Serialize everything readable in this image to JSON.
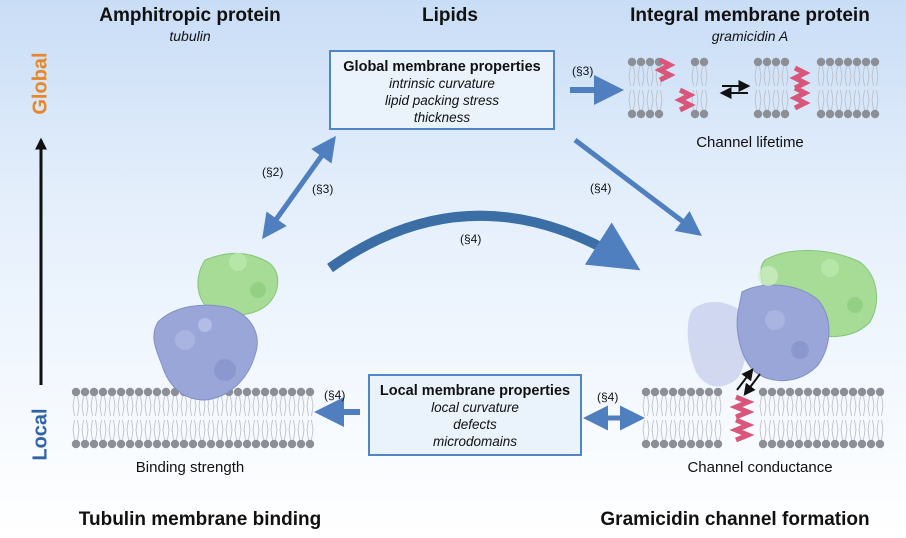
{
  "headers": {
    "left_title": "Amphitropic protein",
    "left_sub": "tubulin",
    "center_title": "Lipids",
    "right_title": "Integral membrane protein",
    "right_sub": "gramicidin A"
  },
  "axis": {
    "global_label": "Global",
    "local_label": "Local"
  },
  "global_box": {
    "title": "Global membrane properties",
    "items": [
      "intrinsic curvature",
      "lipid packing stress",
      "thickness"
    ]
  },
  "local_box": {
    "title": "Local membrane properties",
    "items": [
      "local curvature",
      "defects",
      "microdomains"
    ]
  },
  "section_refs": {
    "s2": "(§2)",
    "s3_left": "(§3)",
    "s3_right": "(§3)",
    "s4_diag": "(§4)",
    "s4_arc": "(§4)",
    "s4_left": "(§4)",
    "s4_right": "(§4)"
  },
  "captions": {
    "channel_lifetime": "Channel lifetime",
    "binding_strength": "Binding strength",
    "channel_conductance": "Channel conductance"
  },
  "footers": {
    "left": "Tubulin membrane binding",
    "right": "Gramicidin channel formation"
  },
  "colors": {
    "arrow_blue": "#4f7fbf",
    "arc_blue": "#3a6ea5",
    "global_orange": "#e8862a",
    "local_blue": "#2f63a8",
    "lipid_head": "#8c8f96",
    "gramicidin": "#d9567a",
    "tubulin_blue": "#9aa6d8",
    "tubulin_green": "#a6dc96"
  }
}
